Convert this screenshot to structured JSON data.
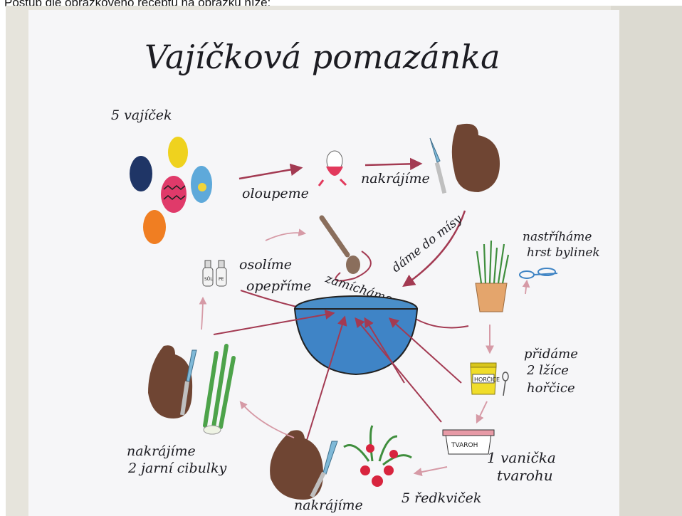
{
  "caption": "Postup dle obrázkového receptu na obrázku níže:",
  "drawing": {
    "title": "Vajíčková pomazánka",
    "labels": {
      "eggs": "5 vajíček",
      "peel": "oloupeme",
      "chop_eggs": "nakrájíme",
      "into_bowl": "dáme do mísy",
      "mix": "zamícháme",
      "salt": "osolíme",
      "pepper": "opepříme",
      "chives_1": "nastříháme",
      "chives_2": "hrst bylinek",
      "mustard_1": "přidáme",
      "mustard_2": "2 lžíce",
      "mustard_3": "hořčice",
      "curd_1": "1 vanička",
      "curd_2": "tvarohu",
      "radish_count": "5 ředkviček",
      "chop_radish": "nakrájíme",
      "onion_1": "nakrájíme",
      "onion_2": "2 jarní cibulky",
      "mustard_jar": "HORČICE",
      "curd_tub": "TVAROH",
      "salt_shaker": "SŮL",
      "pepper_shaker": "PE"
    }
  }
}
